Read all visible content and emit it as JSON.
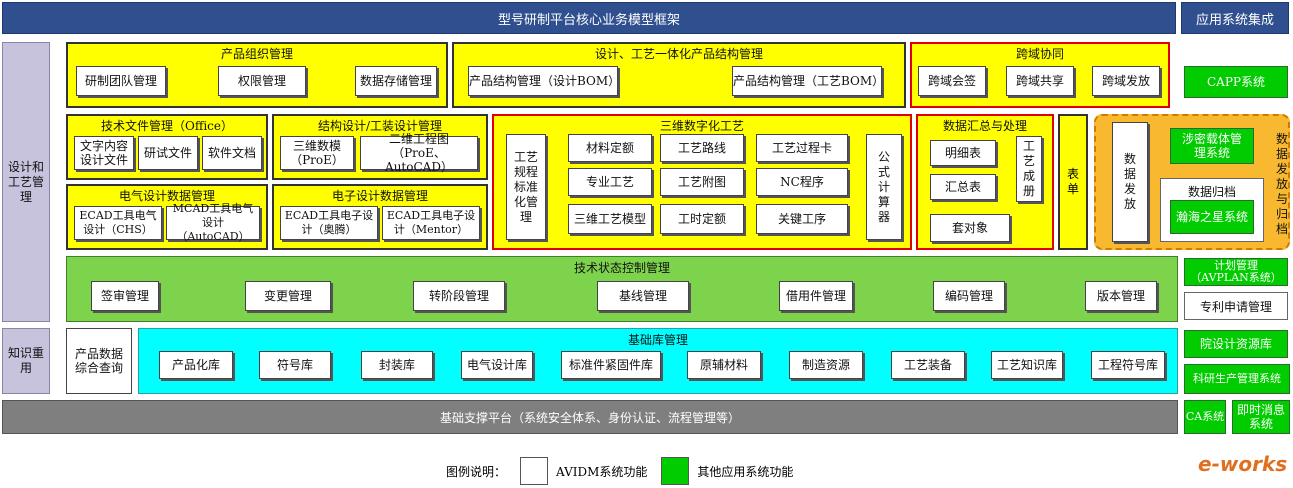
{
  "header": {
    "title": "型号研制平台核心业务模型框架",
    "side_title": "应用系统集成"
  },
  "left": {
    "design": "设计和工艺管理",
    "knowledge": "知识重用"
  },
  "product_org": {
    "title": "产品组织管理",
    "items": [
      "研制团队管理",
      "权限管理",
      "数据存储管理"
    ]
  },
  "design_proc": {
    "title": "设计、工艺一体化产品结构管理",
    "items": [
      "产品结构管理（设计BOM）",
      "产品结构管理（工艺BOM）"
    ]
  },
  "cross": {
    "title": "跨域协同",
    "items": [
      "跨域会签",
      "跨域共享",
      "跨域发放"
    ]
  },
  "tech_doc": {
    "title": "技术文件管理（Office）",
    "items": [
      "文字内容设计文件",
      "研试文件",
      "软件文档"
    ]
  },
  "struct": {
    "title": "结构设计/工装设计管理",
    "items": [
      "三维数模（ProE）",
      "二维工程图（ProE、AutoCAD）"
    ]
  },
  "elec": {
    "title": "电气设计数据管理",
    "items": [
      "ECAD工具电气设计（CHS）",
      "MCAD工具电气设计（AutoCAD）"
    ]
  },
  "electronic": {
    "title": "电子设计数据管理",
    "items": [
      "ECAD工具电子设计（奥腾）",
      "ECAD工具电子设计（Mentor）"
    ]
  },
  "digital3d": {
    "title": "三维数字化工艺",
    "left": "工艺规程标准化管理",
    "grid": [
      "材料定额",
      "工艺路线",
      "工艺过程卡",
      "专业工艺",
      "工艺附图",
      "NC程序",
      "三维工艺模型",
      "工时定额",
      "关键工序"
    ],
    "right": "公式计算器"
  },
  "summary": {
    "title": "数据汇总与处理",
    "items": [
      "明细表",
      "汇总表",
      "套对象"
    ],
    "book": "工艺成册"
  },
  "form": "表单",
  "release": {
    "title": "数据发放与归档",
    "issue": "数据发放",
    "secret": "涉密载体管理系统",
    "archive": "数据归档",
    "hanhai": "瀚海之星系统"
  },
  "tech_state": {
    "title": "技术状态控制管理",
    "items": [
      "签审管理",
      "变更管理",
      "转阶段管理",
      "基线管理",
      "借用件管理",
      "编码管理",
      "版本管理"
    ]
  },
  "query": "产品数据综合查询",
  "base_lib": {
    "title": "基础库管理",
    "items": [
      "产品化库",
      "符号库",
      "封装库",
      "电气设计库",
      "标准件紧固件库",
      "原辅材料",
      "制造资源",
      "工艺装备",
      "工艺知识库",
      "工程符号库"
    ]
  },
  "platform": "基础支撑平台（系统安全体系、身份认证、流程管理等）",
  "apps": {
    "capp": "CAPP系统",
    "plan": "计划管理（AVPLAN系统）",
    "patent": "专利申请管理",
    "institute": "院设计资源库",
    "research": "科研生产管理系统",
    "ca": "CA系统",
    "msg": "即时消息系统"
  },
  "legend": {
    "label": "图例说明：",
    "white": "AVIDM系统功能",
    "green": "其他应用系统功能"
  },
  "logo": "e-works",
  "colors": {
    "header": "#2f4f8f",
    "yellow": "#ffff00",
    "green": "#00cc00",
    "cyan": "#00ffff",
    "orange": "#f8b830"
  }
}
